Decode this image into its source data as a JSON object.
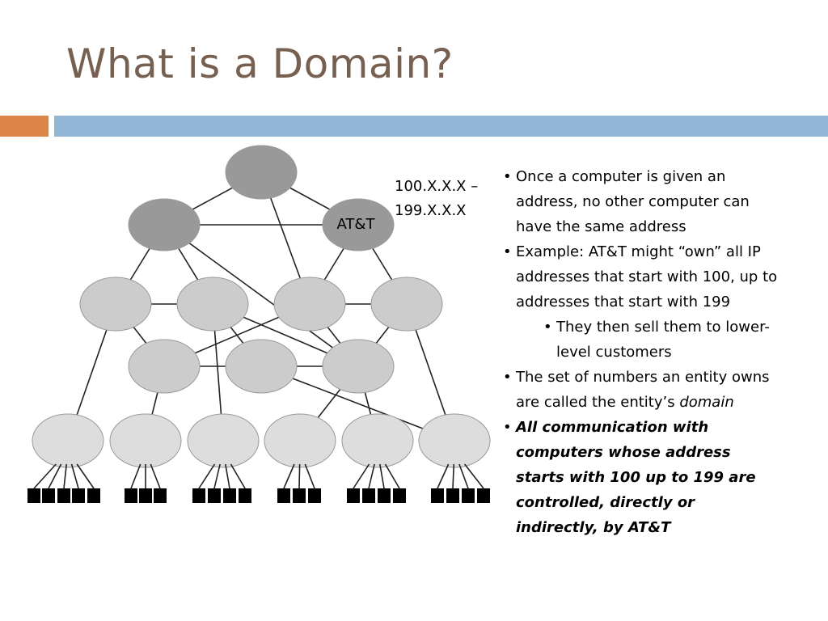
{
  "slide": {
    "title": "What is a Domain?",
    "colors": {
      "title": "#77604f",
      "accent_orange": "#de8548",
      "accent_blue": "#92b6d5"
    }
  },
  "diagram": {
    "att_label": "AT&T",
    "range_line1": "100.X.X.X –",
    "range_line2": "199.X.X.X"
  },
  "bullets": [
    {
      "text": "Once a computer is given an address, no other computer can have the same address",
      "level": 1,
      "style": "normal"
    },
    {
      "text": "Example: AT&T might “own” all IP addresses that start with 100, up to addresses that start with 199",
      "level": 1,
      "style": "normal"
    },
    {
      "text": "They then sell them to lower-level customers",
      "level": 2,
      "style": "normal"
    },
    {
      "text": "The set of numbers an entity owns are called the entity’s",
      "level": 1,
      "style": "normal"
    },
    {
      "text": "domain",
      "level": 1,
      "style": "emphasis-continuation"
    },
    {
      "text": "All communication with computers whose address starts with 100 up to 199 are controlled, directly or indirectly, by AT&T",
      "level": 1,
      "style": "strong"
    }
  ]
}
